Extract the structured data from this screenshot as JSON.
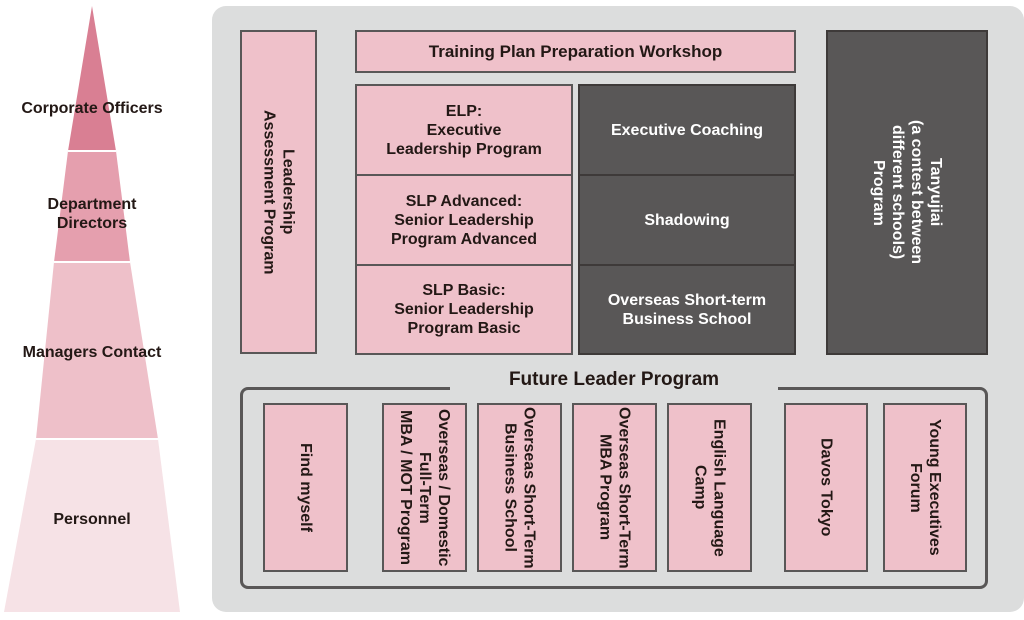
{
  "pyramid": {
    "tiers": [
      {
        "label": "Corporate Officers",
        "color": "#d97f93"
      },
      {
        "label": "Department\nDirectors",
        "color": "#e59fae"
      },
      {
        "label": "Managers Contact",
        "color": "#eec0c9"
      },
      {
        "label": "Personnel",
        "color": "#f6e2e6"
      }
    ]
  },
  "programs": {
    "leadership_assessment": "Leadership\nAssessment Program",
    "training_plan": "Training Plan Preparation Workshop",
    "elp": "ELP:\nExecutive\nLeadership Program",
    "slp_advanced": "SLP Advanced:\nSenior Leadership\nProgram Advanced",
    "slp_basic": "SLP Basic:\nSenior Leadership\nProgram Basic",
    "executive_coaching": "Executive Coaching",
    "shadowing": "Shadowing",
    "overseas_business_school": "Overseas Short-term\nBusiness School",
    "tanyujiai": "Tanyujiai\n(a contest between\ndifferent schools)\nProgram"
  },
  "future_leader": {
    "title": "Future Leader Program",
    "items": [
      "Find myself",
      "Overseas / Domestic\nFull-Term\nMBA / MOT Program",
      "Overseas Short-Term\nBusiness School",
      "Overseas Short-Term\nMBA Program",
      "English Language\nCamp",
      "Davos Tokyo",
      "Young Executives\nForum"
    ]
  },
  "colors": {
    "panel": "#dcdddd",
    "pink_box": "#efc1ca",
    "dark_box": "#595757",
    "border": "#595757"
  }
}
